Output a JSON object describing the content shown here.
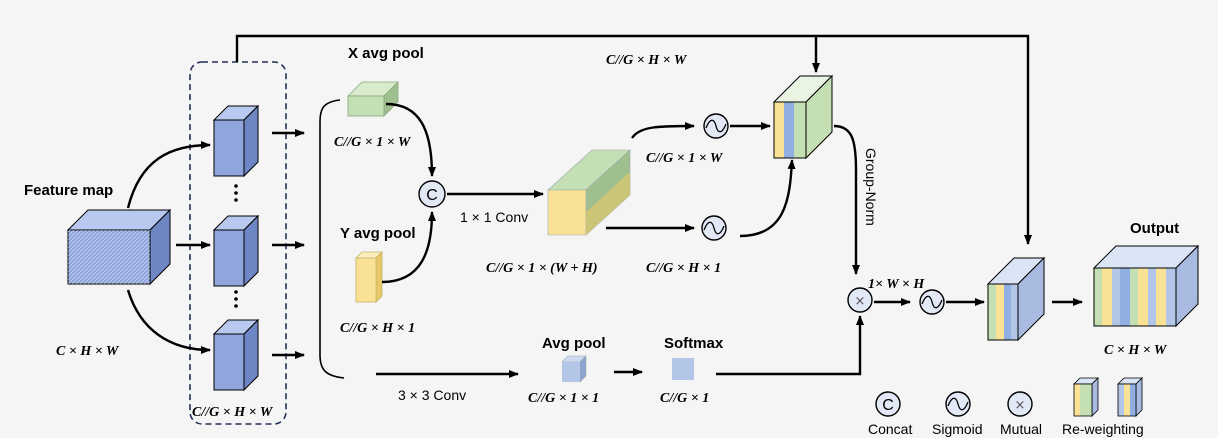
{
  "labels": {
    "feature_map": "Feature map",
    "feature_dim": "C × H × W",
    "group_dim": "C//G × H × W",
    "x_pool": "X avg pool",
    "x_pool_dim": "C//G × 1 × W",
    "y_pool": "Y avg pool",
    "y_pool_dim": "C//G × H × 1",
    "concat_symbol": "C",
    "conv1": "1 × 1 Conv",
    "concat_dim": "C//G × 1 × (W + H)",
    "upper_branch_dim": "C//G × 1 × W",
    "lower_branch_dim": "C//G × H × 1",
    "top_dim": "C//G × H × W",
    "group_norm": "Group-Norm",
    "conv3": "3 × 3 Conv",
    "avg_pool": "Avg pool",
    "avg_pool_dim": "C//G × 1 × 1",
    "softmax": "Softmax",
    "softmax_dim": "C//G × 1",
    "mutual_dim": "1× W × H",
    "output": "Output",
    "output_dim": "C × H × W"
  },
  "legend": {
    "concat": "Concat",
    "sigmoid": "Sigmoid",
    "mutual": "Mutual",
    "reweighting": "Re-weighting"
  },
  "colors": {
    "blue_front": "#8fa5dc",
    "green": "#c5dfb4",
    "yellow": "#f9e296",
    "light_blue": "#b4c6e7",
    "line": "#000000"
  }
}
